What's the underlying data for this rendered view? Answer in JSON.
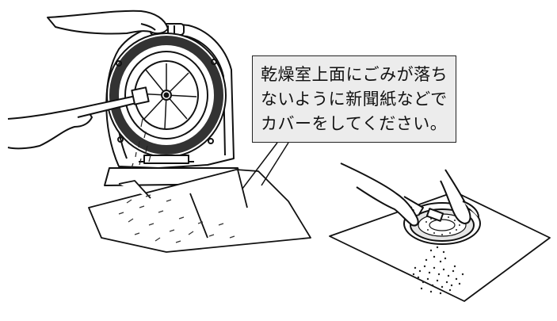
{
  "callout": {
    "lines": [
      "乾燥室上面にごみが落ち",
      "ないように新聞紙などで",
      "カバーをしてください。"
    ]
  }
}
